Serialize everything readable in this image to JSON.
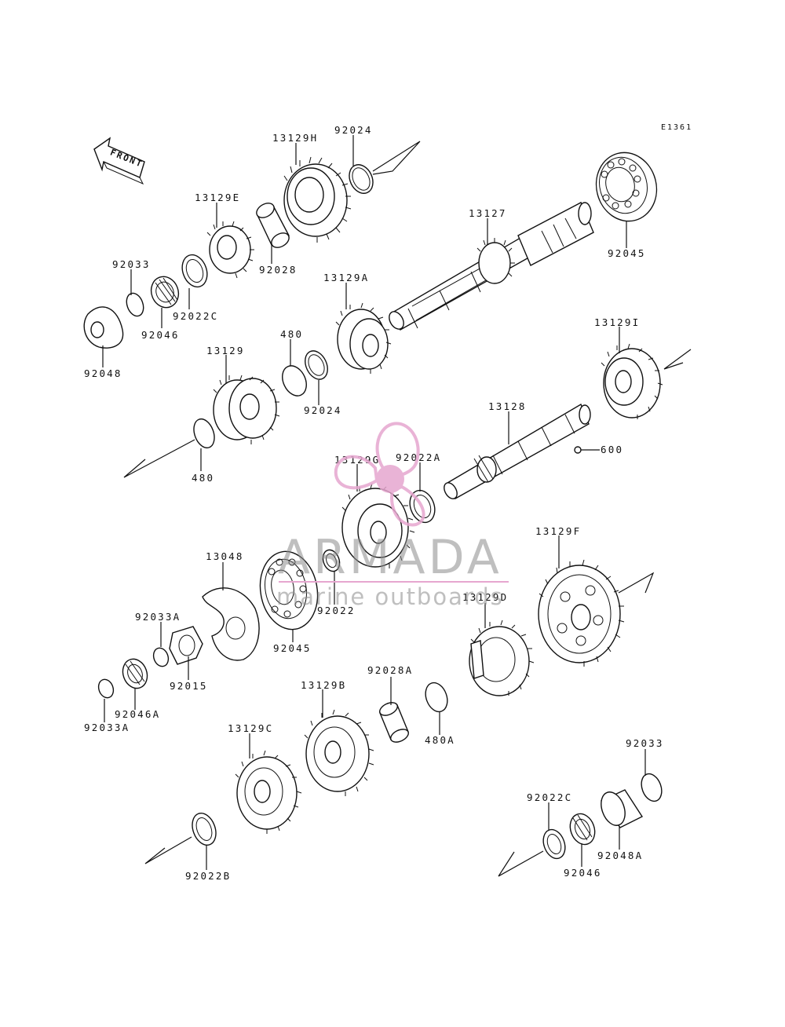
{
  "diagram": {
    "reference": "E1361",
    "direction_label": "FRONT",
    "parts": {
      "p13129H": "13129H",
      "p92024_top": "92024",
      "p13129E": "13129E",
      "p92028": "92028",
      "p92033_top": "92033",
      "p92022C_top": "92022C",
      "p92046_top": "92046",
      "p92048": "92048",
      "p13127": "13127",
      "p92045_top": "92045",
      "p13129A": "13129A",
      "p480_top": "480",
      "p13129": "13129",
      "p92024_mid": "92024",
      "p480_left": "480",
      "p13129I": "13129I",
      "p13128": "13128",
      "p600": "600",
      "p13129G": "13129G",
      "p92022A": "92022A",
      "p13129F": "13129F",
      "p13048": "13048",
      "p92022": "92022",
      "p92045_mid": "92045",
      "p13129D": "13129D",
      "p92033A_upper": "92033A",
      "p92015": "92015",
      "p92046A": "92046A",
      "p92033A_lower": "92033A",
      "p92028A": "92028A",
      "p480A": "480A",
      "p13129B": "13129B",
      "p13129C": "13129C",
      "p92022B": "92022B",
      "p92033_bottom": "92033",
      "p92022C_bottom": "92022C",
      "p92048A": "92048A",
      "p92046_bottom": "92046"
    }
  },
  "watermark": {
    "title": "ARMADA",
    "subtitle": "marine outboards",
    "title_color": "#8a8a8a",
    "logo_color": "#e6a6cf"
  }
}
